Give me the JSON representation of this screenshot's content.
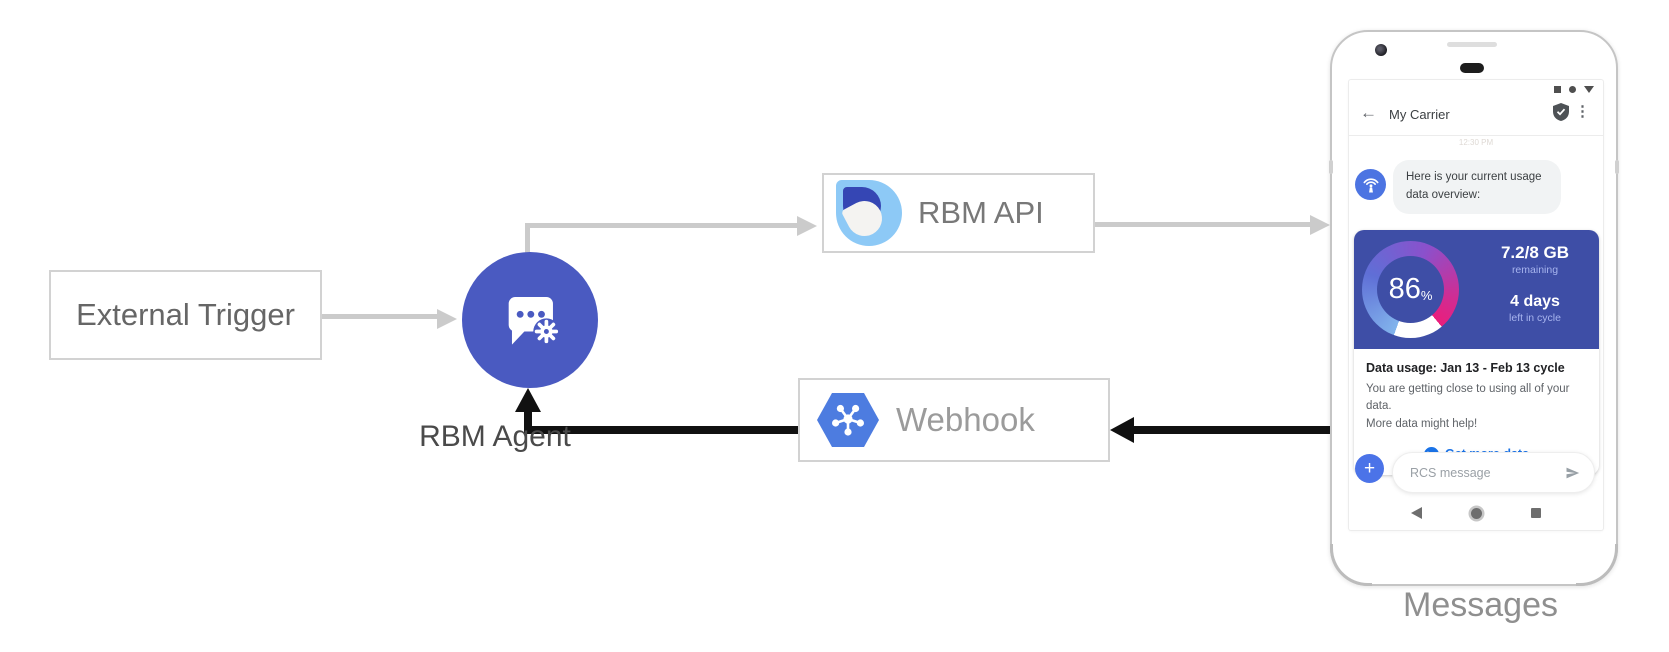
{
  "diagram": {
    "external_trigger": "External Trigger",
    "rbm_agent": "RBM Agent",
    "rbm_api": "RBM API",
    "webhook": "Webhook",
    "phone_caption": "Messages"
  },
  "phone": {
    "header": {
      "title": "My Carrier",
      "back_icon": "arrow-left",
      "verified_icon": "verified-shield",
      "menu_icon": "more-vertical"
    },
    "timestamp": "12:30 PM",
    "message": {
      "avatar_icon": "carrier-antenna",
      "text": "Here is your current usage data overview:"
    },
    "usage_card": {
      "gauge": {
        "percent": "86",
        "unit": "%",
        "used_fraction": 0.86,
        "arc_colors": [
          "#82b4ec",
          "#5f6fd6",
          "#8a51cc",
          "#ea1e7c"
        ]
      },
      "stat1_value": "7.2/8 GB",
      "stat1_label": "remaining",
      "stat2_value": "4 days",
      "stat2_label": "left in cycle",
      "title": "Data usage: Jan 13 - Feb 13 cycle",
      "body_line1": "You are getting close to using all of your data.",
      "body_line2": "More data might help!",
      "action_label": "Get more data",
      "action_icon": "globe"
    },
    "composer": {
      "attach_icon": "plus",
      "placeholder": "RCS message",
      "send_icon": "send-arrow"
    },
    "nav": [
      "back-triangle",
      "home-circle",
      "recents-square"
    ]
  },
  "icons": {
    "back_glyph": "←",
    "menu_glyph": "⋮",
    "plus_glyph": "+"
  },
  "colors": {
    "agent_blue": "#4a5ac1",
    "card_indigo": "#3e4ea6",
    "action_blue": "#1a73e8",
    "chat_blue": "#4b73e8",
    "arrow_gray": "#cbcbcb",
    "arrow_black": "#111111",
    "gauge_pink": "#ea1e7c",
    "gauge_light_blue": "#82b4ec"
  }
}
